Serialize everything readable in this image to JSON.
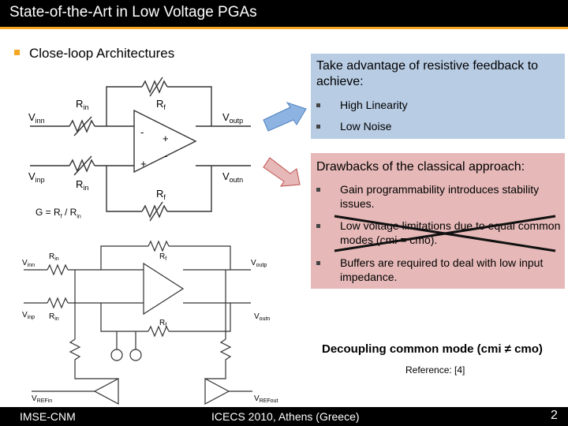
{
  "slide": {
    "title": "State-of-the-Art in Low Voltage PGAs",
    "main_bullet": "Close-loop Architectures",
    "gain_formula_prefix": "G = R",
    "gain_formula_sub1": "f",
    "gain_formula_mid": " / R",
    "gain_formula_sub2": "in",
    "advantages": {
      "heading": "Take advantage of resistive feedback to achieve:",
      "items": [
        "High Linearity",
        "Low Noise"
      ]
    },
    "drawbacks": {
      "heading": "Drawbacks of the classical approach:",
      "items": [
        "Gain programmability introduces stability issues.",
        "Low voltage limitations due to equal common modes (cmi = cmo).",
        "Buffers are required to deal with low input impedance."
      ]
    },
    "decoupling": "Decoupling common mode (cmi ≠ cmo)",
    "reference": "Reference: [4]",
    "colors": {
      "accent": "#f5a623",
      "advantage_box": "#b8cce4",
      "drawback_box": "#e6b9b8"
    }
  },
  "circuit_top": {
    "labels": {
      "vinn": "V",
      "vinn_sub": "inn",
      "vinp": "V",
      "vinp_sub": "inp",
      "voutp": "V",
      "voutp_sub": "outp",
      "voutn": "V",
      "voutn_sub": "outn",
      "rin": "R",
      "rin_sub": "in",
      "rf": "R",
      "rf_sub": "f",
      "minus": "-",
      "plus": "+"
    }
  },
  "circuit_bottom": {
    "labels": {
      "vrefin": "V",
      "vrefin_sub": "REFin",
      "vrefout": "V",
      "vrefout_sub": "REFout"
    }
  },
  "footer": {
    "left": "IMSE-CNM",
    "center": "ICECS 2010, Athens (Greece)",
    "page": "2"
  }
}
